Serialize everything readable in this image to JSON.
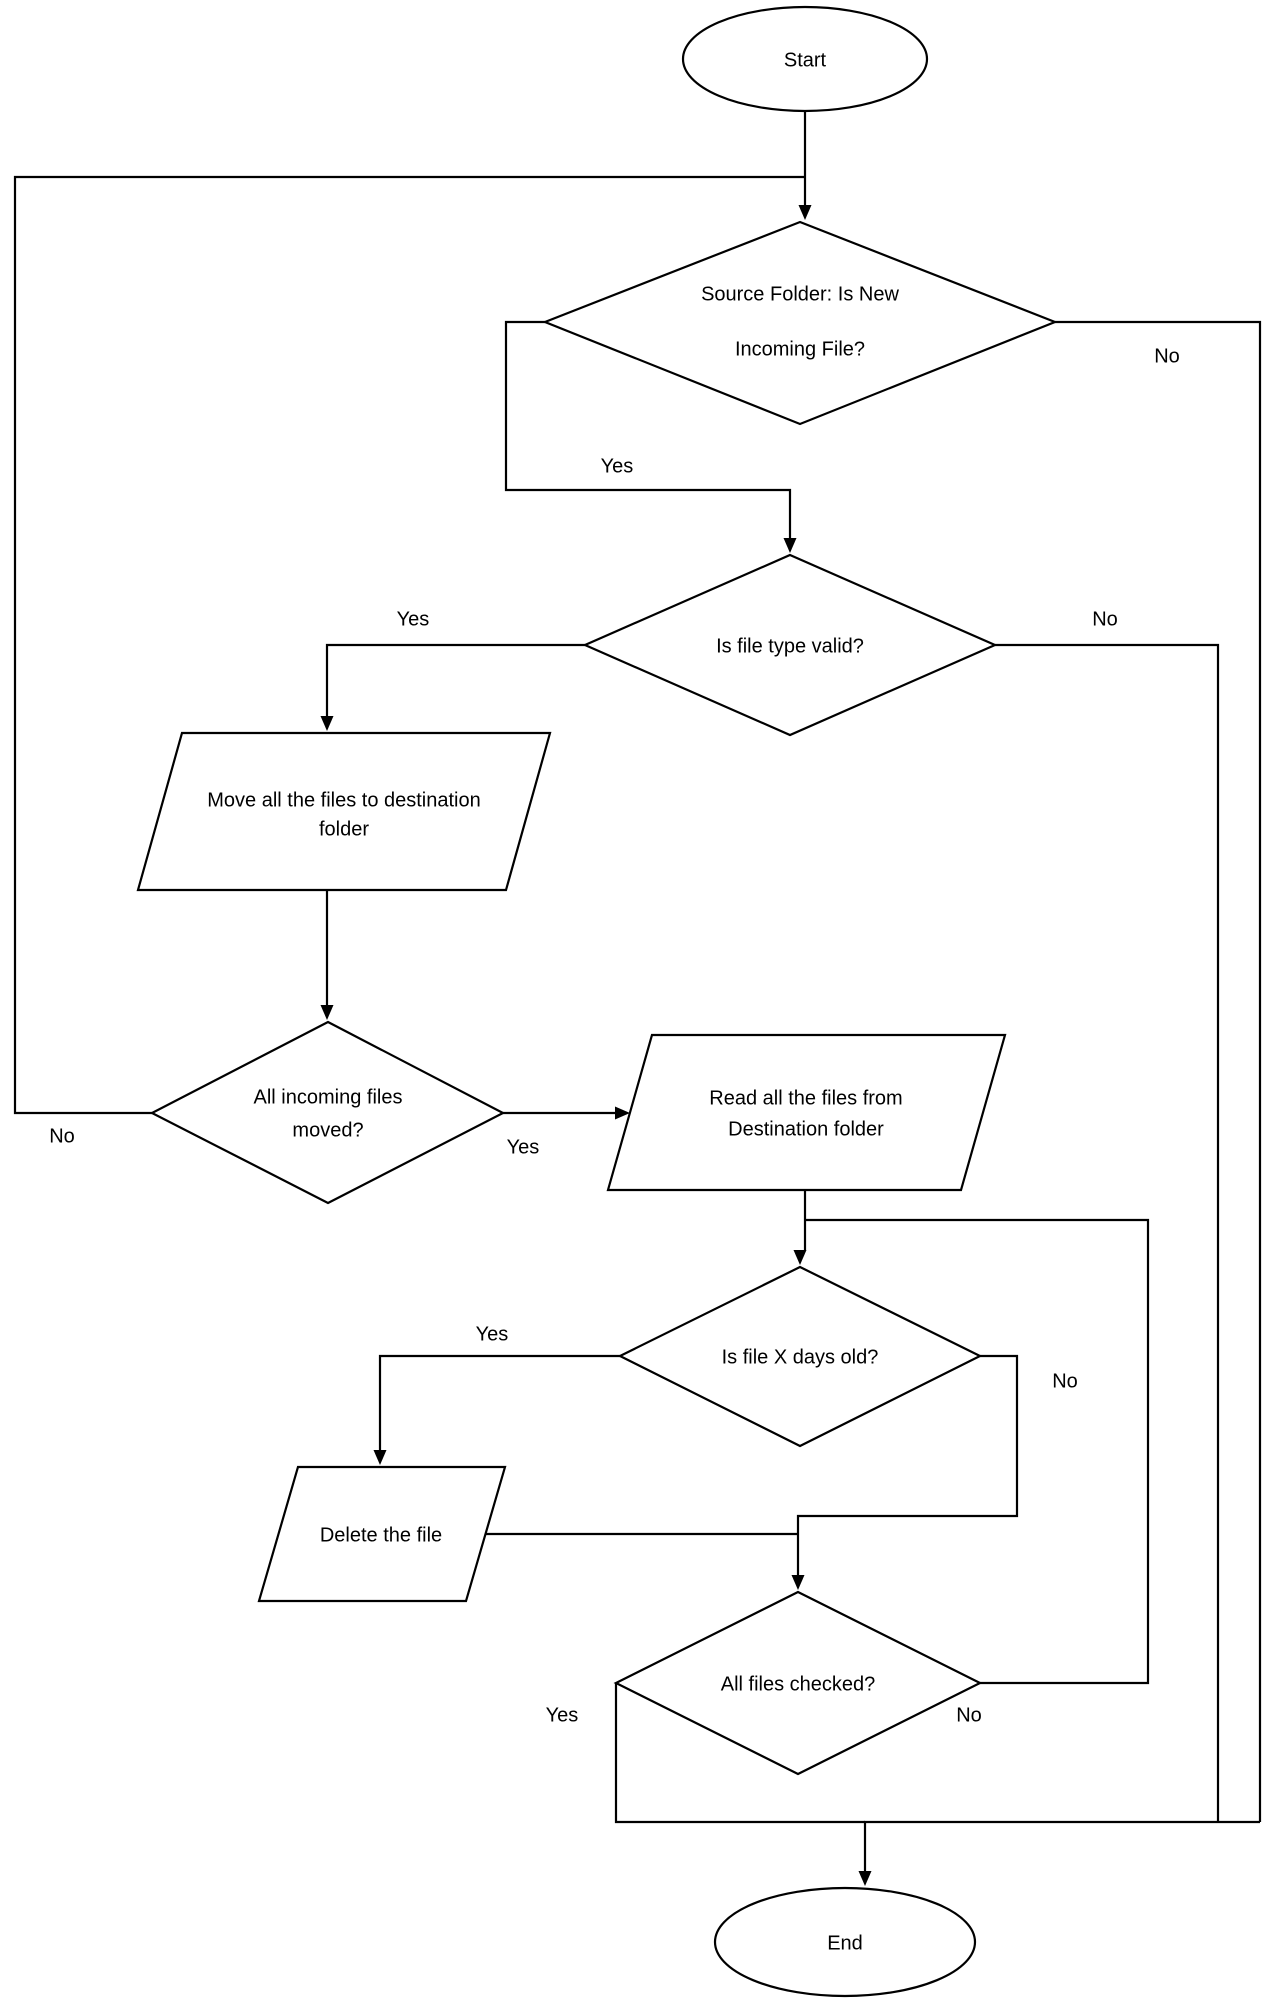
{
  "diagram": {
    "type": "flowchart",
    "nodes": {
      "start": {
        "type": "terminator",
        "label": "Start"
      },
      "decision_source": {
        "type": "decision",
        "line1": "Source Folder: Is New",
        "line2": "Incoming File?"
      },
      "decision_filetype": {
        "type": "decision",
        "label": "Is file type valid?"
      },
      "io_move": {
        "type": "input-output",
        "line1": "Move all the files to destination",
        "line2": "folder"
      },
      "decision_moved": {
        "type": "decision",
        "line1": "All incoming files",
        "line2": "moved?"
      },
      "io_read": {
        "type": "input-output",
        "line1": "Read all the files from",
        "line2": "Destination folder"
      },
      "decision_age": {
        "type": "decision",
        "label": "Is file  X days old?"
      },
      "io_delete": {
        "type": "input-output",
        "label": "Delete the file"
      },
      "decision_checked": {
        "type": "decision",
        "label": "All files checked?"
      },
      "end": {
        "type": "terminator",
        "label": "End"
      }
    },
    "edge_labels": {
      "source_yes": "Yes",
      "source_no": "No",
      "filetype_yes": "Yes",
      "filetype_no": "No",
      "moved_yes": "Yes",
      "moved_no": "No",
      "age_yes": "Yes",
      "age_no": "No",
      "checked_yes": "Yes",
      "checked_no": "No"
    },
    "colors": {
      "stroke": "#000000",
      "shape_fill": "#ffffff",
      "background": "#ffffff",
      "text": "#000000"
    }
  }
}
